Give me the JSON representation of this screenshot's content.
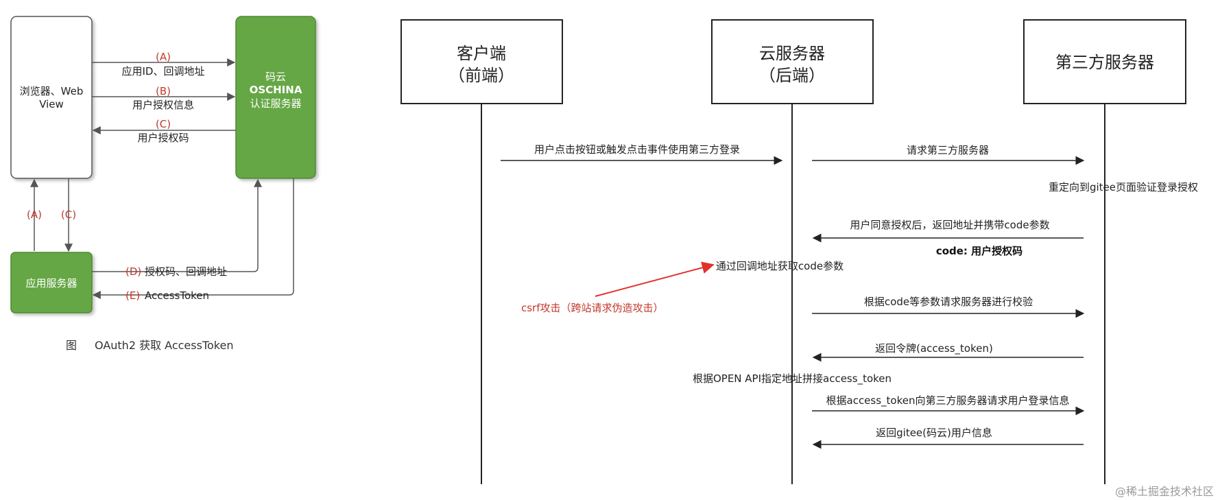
{
  "left_diagram": {
    "nodes": {
      "browser": "浏览器、Web View",
      "auth_server": "码云 OSCHINA 认证服务器",
      "app_server": "应用服务器"
    },
    "browser_line1": "浏览器、Web",
    "browser_line2": "View",
    "auth_line1": "码云",
    "auth_line2": "OSCHINA",
    "auth_line3": "认证服务器",
    "edges": {
      "a_tag": "(A)",
      "a_text": "应用ID、回调地址",
      "b_tag": "(B)",
      "b_text": "用户授权信息",
      "c_tag": "(C)",
      "c_text": "用户授权码",
      "va_tag": "(A)",
      "vc_tag": "(C)",
      "d_tag": "(D)",
      "d_text": "授权码、回调地址",
      "e_tag": "(E)",
      "e_text": "AccessToken"
    },
    "caption_prefix": "图",
    "caption": "OAuth2 获取 AccessToken"
  },
  "sequence": {
    "participants": {
      "client_line1": "客户端",
      "client_line2": "（前端）",
      "cloud_line1": "云服务器",
      "cloud_line2": "（后端）",
      "third": "第三方服务器"
    },
    "messages": {
      "m1": "用户点击按钮或触发点击事件使用第三方登录",
      "m2": "请求第三方服务器",
      "m3": "重定向到gitee页面验证登录授权",
      "m4": "用户同意授权后，返回地址并携带code参数",
      "m4_note": "code: 用户授权码",
      "m5": "通过回调地址获取code参数",
      "csrf": "csrf攻击（跨站请求伪造攻击）",
      "m6": "根据code等参数请求服务器进行校验",
      "m7": "返回令牌(access_token)",
      "m8": "根据OPEN API指定地址拼接access_token",
      "m9": "根据access_token向第三方服务器请求用户登录信息",
      "m10": "返回gitee(码云)用户信息"
    }
  },
  "watermark": "@稀土掘金技术社区",
  "colors": {
    "green": "#65a744",
    "green_border": "#4d8a33",
    "red": "#c0392b",
    "line": "#222222",
    "grey_line": "#555555"
  }
}
